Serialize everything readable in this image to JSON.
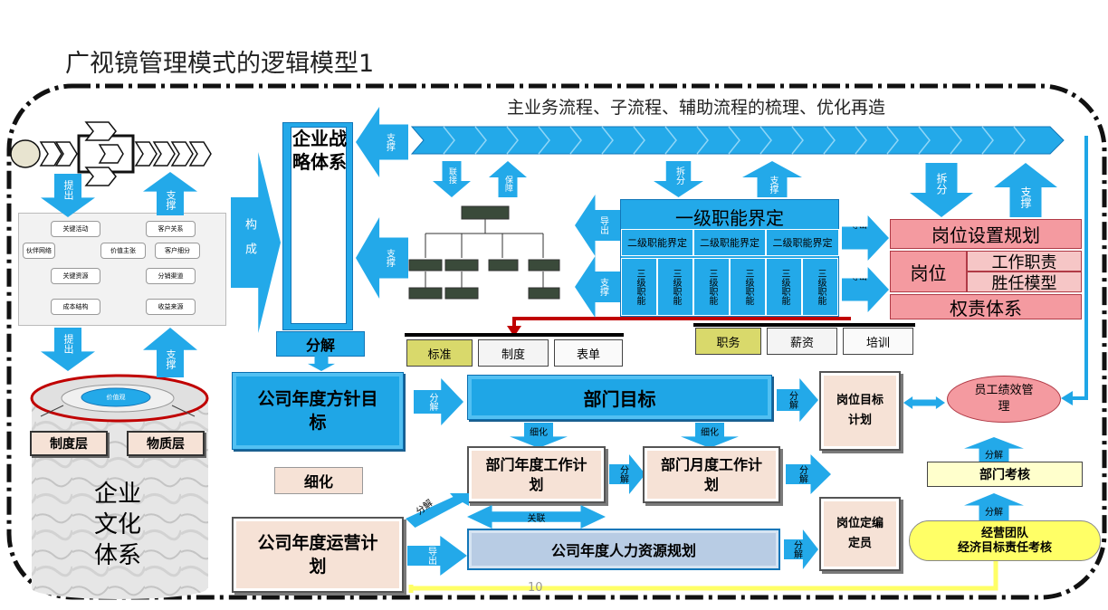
{
  "title": "广视镜管理模式的逻辑模型1",
  "top_flow": "主业务流程、子流程、辅助流程的梳理、优化再造",
  "strategy": "企业战略体系",
  "culture": {
    "system": "企业\n文化\n体系",
    "core": "价值观",
    "layer1": "制度层",
    "layer2": "物质层"
  },
  "bmc": [
    "关键活动",
    "客户关系",
    "伙伴网络",
    "价值主张",
    "客户细分",
    "关键资源",
    "分销渠道",
    "成本结构",
    "收益来源"
  ],
  "arrows": {
    "tichu1": "提出",
    "zhicheng1": "支撑",
    "tichu2": "提出",
    "zhicheng2": "支撑",
    "goucheng": "构成",
    "zhicheng_a": "支撑",
    "zhicheng_b": "支撑",
    "lianjie": "联接",
    "baozhang": "保障",
    "chaifen1": "拆分",
    "zhicheng_c": "支撑",
    "chaifen2": "拆分",
    "zhicheng_d": "支撑",
    "daochu_a": "导出",
    "zhicheng_e": "支撑",
    "daochu_b": "导出",
    "daochu_c": "导出",
    "fenjie_big": "分解",
    "fenjie1": "分解",
    "fenjie2": "分解",
    "fenjie3": "分解",
    "fenjie4": "分解",
    "fenjie5": "分解",
    "fenjie6": "分解",
    "fenjie7": "分解",
    "fenjie8": "分解",
    "xihua1": "细化",
    "xihua2": "细化",
    "guanlian": "关联",
    "daochu_d": "导出"
  },
  "functions": {
    "level1": "一级职能界定",
    "level2": [
      "二级职能界定",
      "二级职能界定",
      "二级职能界定"
    ],
    "level3": [
      "三级职能",
      "三级职能",
      "三级职能",
      "三级职能",
      "三级职能",
      "三级职能"
    ]
  },
  "post": {
    "planning": "岗位设置规划",
    "post": "岗位",
    "duty": "工作职责",
    "competency": "胜任模型",
    "authority": "权责体系"
  },
  "tabs_left": [
    "标准",
    "制度",
    "表单"
  ],
  "tabs_right": [
    "职务",
    "薪资",
    "培训"
  ],
  "boxes": {
    "annual_target": "公司年度方针目标",
    "dept_target": "部门目标",
    "post_target": "岗位目标计划",
    "perf": "员工绩效管理",
    "dept_annual": "部门年度工作计划",
    "dept_monthly": "部门月度工作计划",
    "dept_check": "部门考核",
    "refine": "细化",
    "annual_ops": "公司年度运营计划",
    "hr_plan": "公司年度人力资源规划",
    "post_staff": "岗位定编定员",
    "team_check": "经营团队\n经济目标责任考核"
  },
  "page_num": "10",
  "colors": {
    "cyan": "#23a9e9",
    "pink": "#f49aa0",
    "yellow": "#ffff66"
  }
}
